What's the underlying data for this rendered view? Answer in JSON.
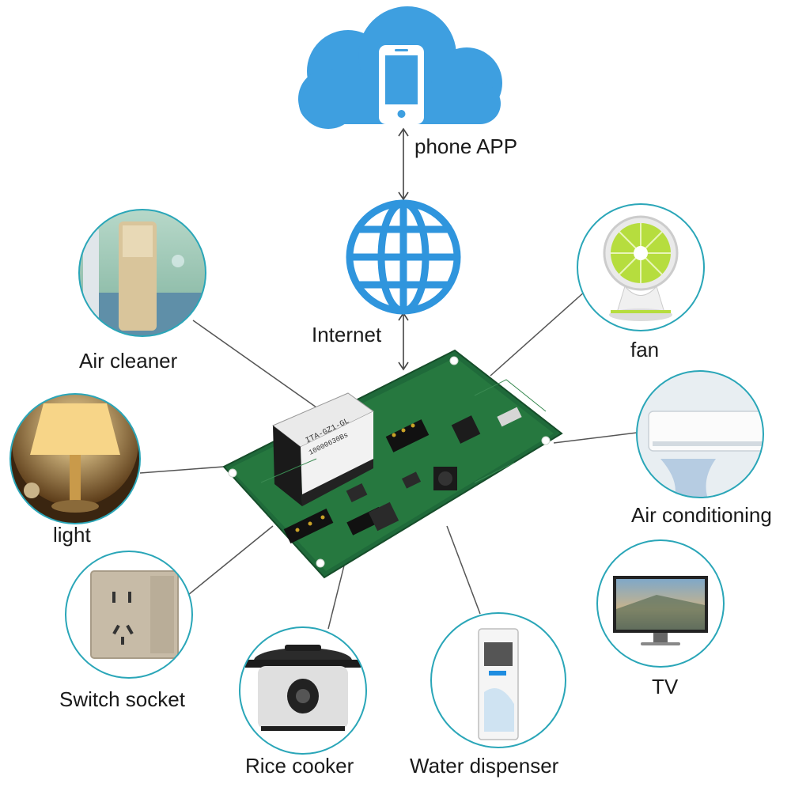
{
  "center": {
    "phone_app_label": "phone APP",
    "internet_label": "Internet",
    "board_relay_text": "ITA-GZ1-GL",
    "board_relay_sub": "10000630Bs"
  },
  "devices": [
    {
      "key": "air_cleaner",
      "label": "Air cleaner"
    },
    {
      "key": "light",
      "label": "light"
    },
    {
      "key": "switch_socket",
      "label": "Switch socket"
    },
    {
      "key": "rice_cooker",
      "label": "Rice cooker"
    },
    {
      "key": "water_dispenser",
      "label": "Water dispenser"
    },
    {
      "key": "tv",
      "label": "TV"
    },
    {
      "key": "air_conditioning",
      "label": "Air conditioning"
    },
    {
      "key": "fan",
      "label": "fan"
    }
  ],
  "colors": {
    "cloud": "#3e9fe0",
    "globe": "#2f95dd",
    "circle_border": "#2aa6b8",
    "pcb": "#1f6a3a",
    "connector_line": "#555555"
  }
}
